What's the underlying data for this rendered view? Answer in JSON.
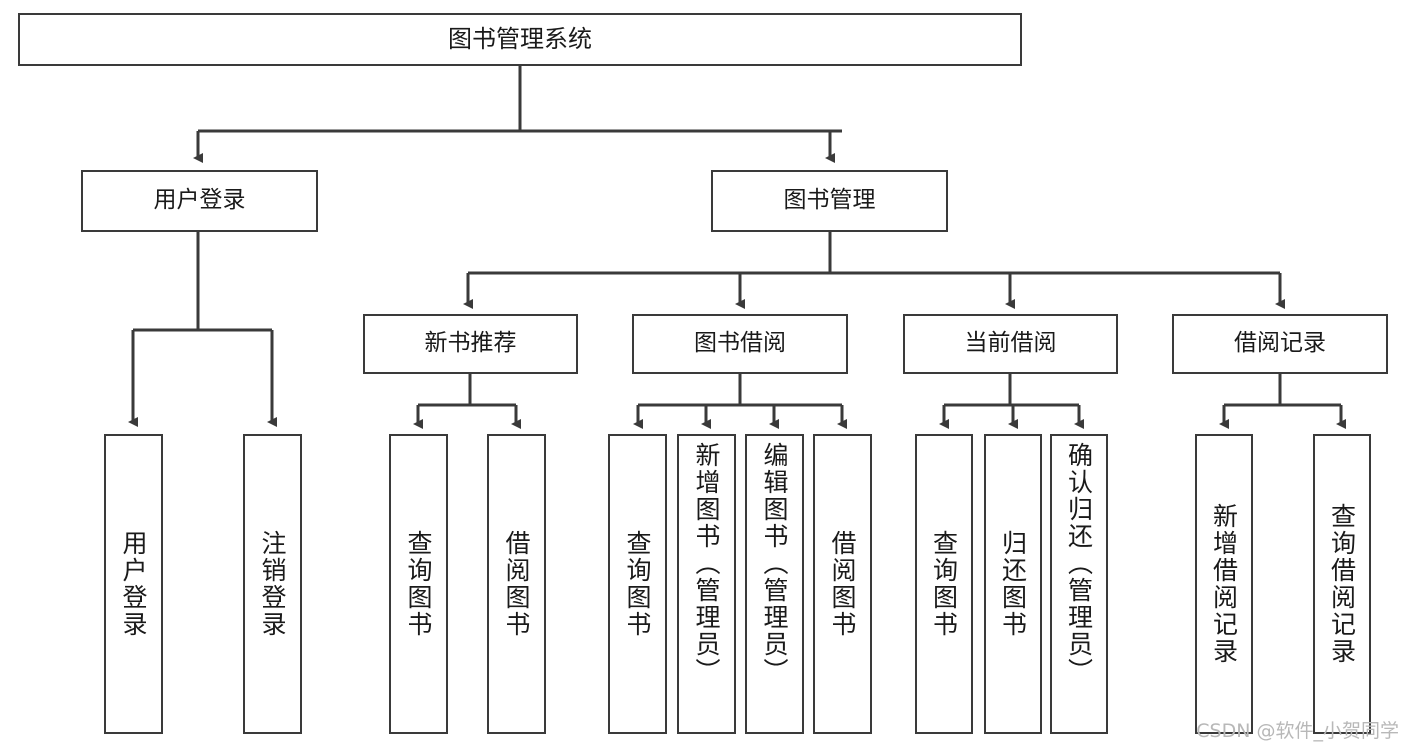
{
  "diagram": {
    "type": "tree-hierarchy-diagram",
    "title": "图书管理系统",
    "colors": {
      "box_border": "#3a3a3a",
      "box_fill": "#ffffff",
      "edge": "#3a3a3a",
      "text": "#1a1a1a",
      "watermark": "#b8b8b8",
      "background": "#ffffff"
    },
    "root": {
      "label": "图书管理系统"
    },
    "level2": [
      {
        "id": "user-login",
        "label": "用户登录"
      },
      {
        "id": "book-management",
        "label": "图书管理"
      }
    ],
    "level3": [
      {
        "id": "new-book-recommend",
        "label": "新书推荐"
      },
      {
        "id": "book-borrow",
        "label": "图书借阅"
      },
      {
        "id": "current-borrow",
        "label": "当前借阅"
      },
      {
        "id": "borrow-record",
        "label": "借阅记录"
      }
    ],
    "leaves": {
      "user_login": [
        {
          "id": "leaf-user-login",
          "label": "用户登录"
        },
        {
          "id": "leaf-logout-login",
          "label": "注销登录"
        }
      ],
      "new_book_recommend": [
        {
          "id": "leaf-query-book-1",
          "label": "查询图书"
        },
        {
          "id": "leaf-borrow-book-1",
          "label": "借阅图书"
        }
      ],
      "book_borrow": [
        {
          "id": "leaf-query-book-2",
          "label": "查询图书"
        },
        {
          "id": "leaf-add-book",
          "label": "新增图书（管理员）"
        },
        {
          "id": "leaf-edit-book",
          "label": "编辑图书（管理员）"
        },
        {
          "id": "leaf-borrow-book-2",
          "label": "借阅图书"
        }
      ],
      "current_borrow": [
        {
          "id": "leaf-query-book-3",
          "label": "查询图书"
        },
        {
          "id": "leaf-return-book",
          "label": "归还图书"
        },
        {
          "id": "leaf-confirm-return",
          "label": "确认归还（管理员）"
        }
      ],
      "borrow_record": [
        {
          "id": "leaf-add-record",
          "label": "新增借阅记录"
        },
        {
          "id": "leaf-query-record",
          "label": "查询借阅记录"
        }
      ]
    },
    "watermark": "CSDN @软件_小贺同学"
  }
}
